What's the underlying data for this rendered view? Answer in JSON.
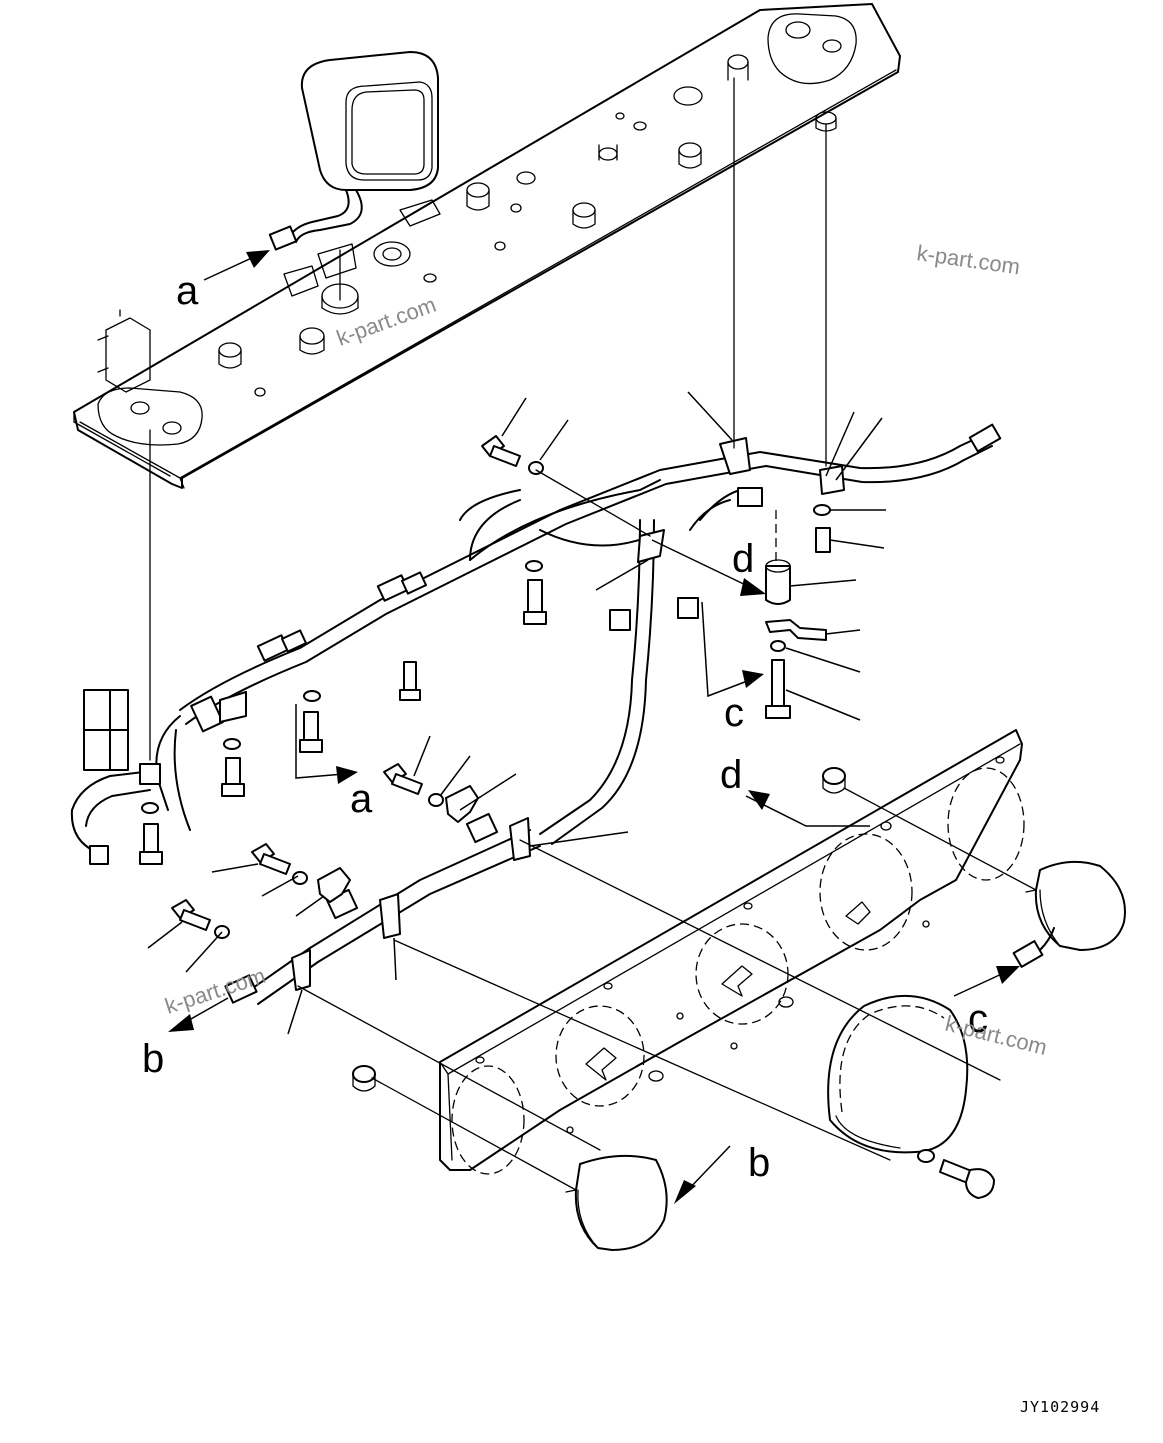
{
  "diagram": {
    "callouts": {
      "a_top": "a",
      "a_bottom": "a",
      "b_left": "b",
      "b_bottom": "b",
      "c_right": "c",
      "c_lower": "c",
      "d_upper": "d",
      "d_lower": "d"
    },
    "watermarks": {
      "top_right": "k-part.com",
      "top_center": "k-part.com",
      "bottom_left": "k-part.com",
      "bottom_right": "k-part.com"
    },
    "drawing_code": "JY102994"
  }
}
